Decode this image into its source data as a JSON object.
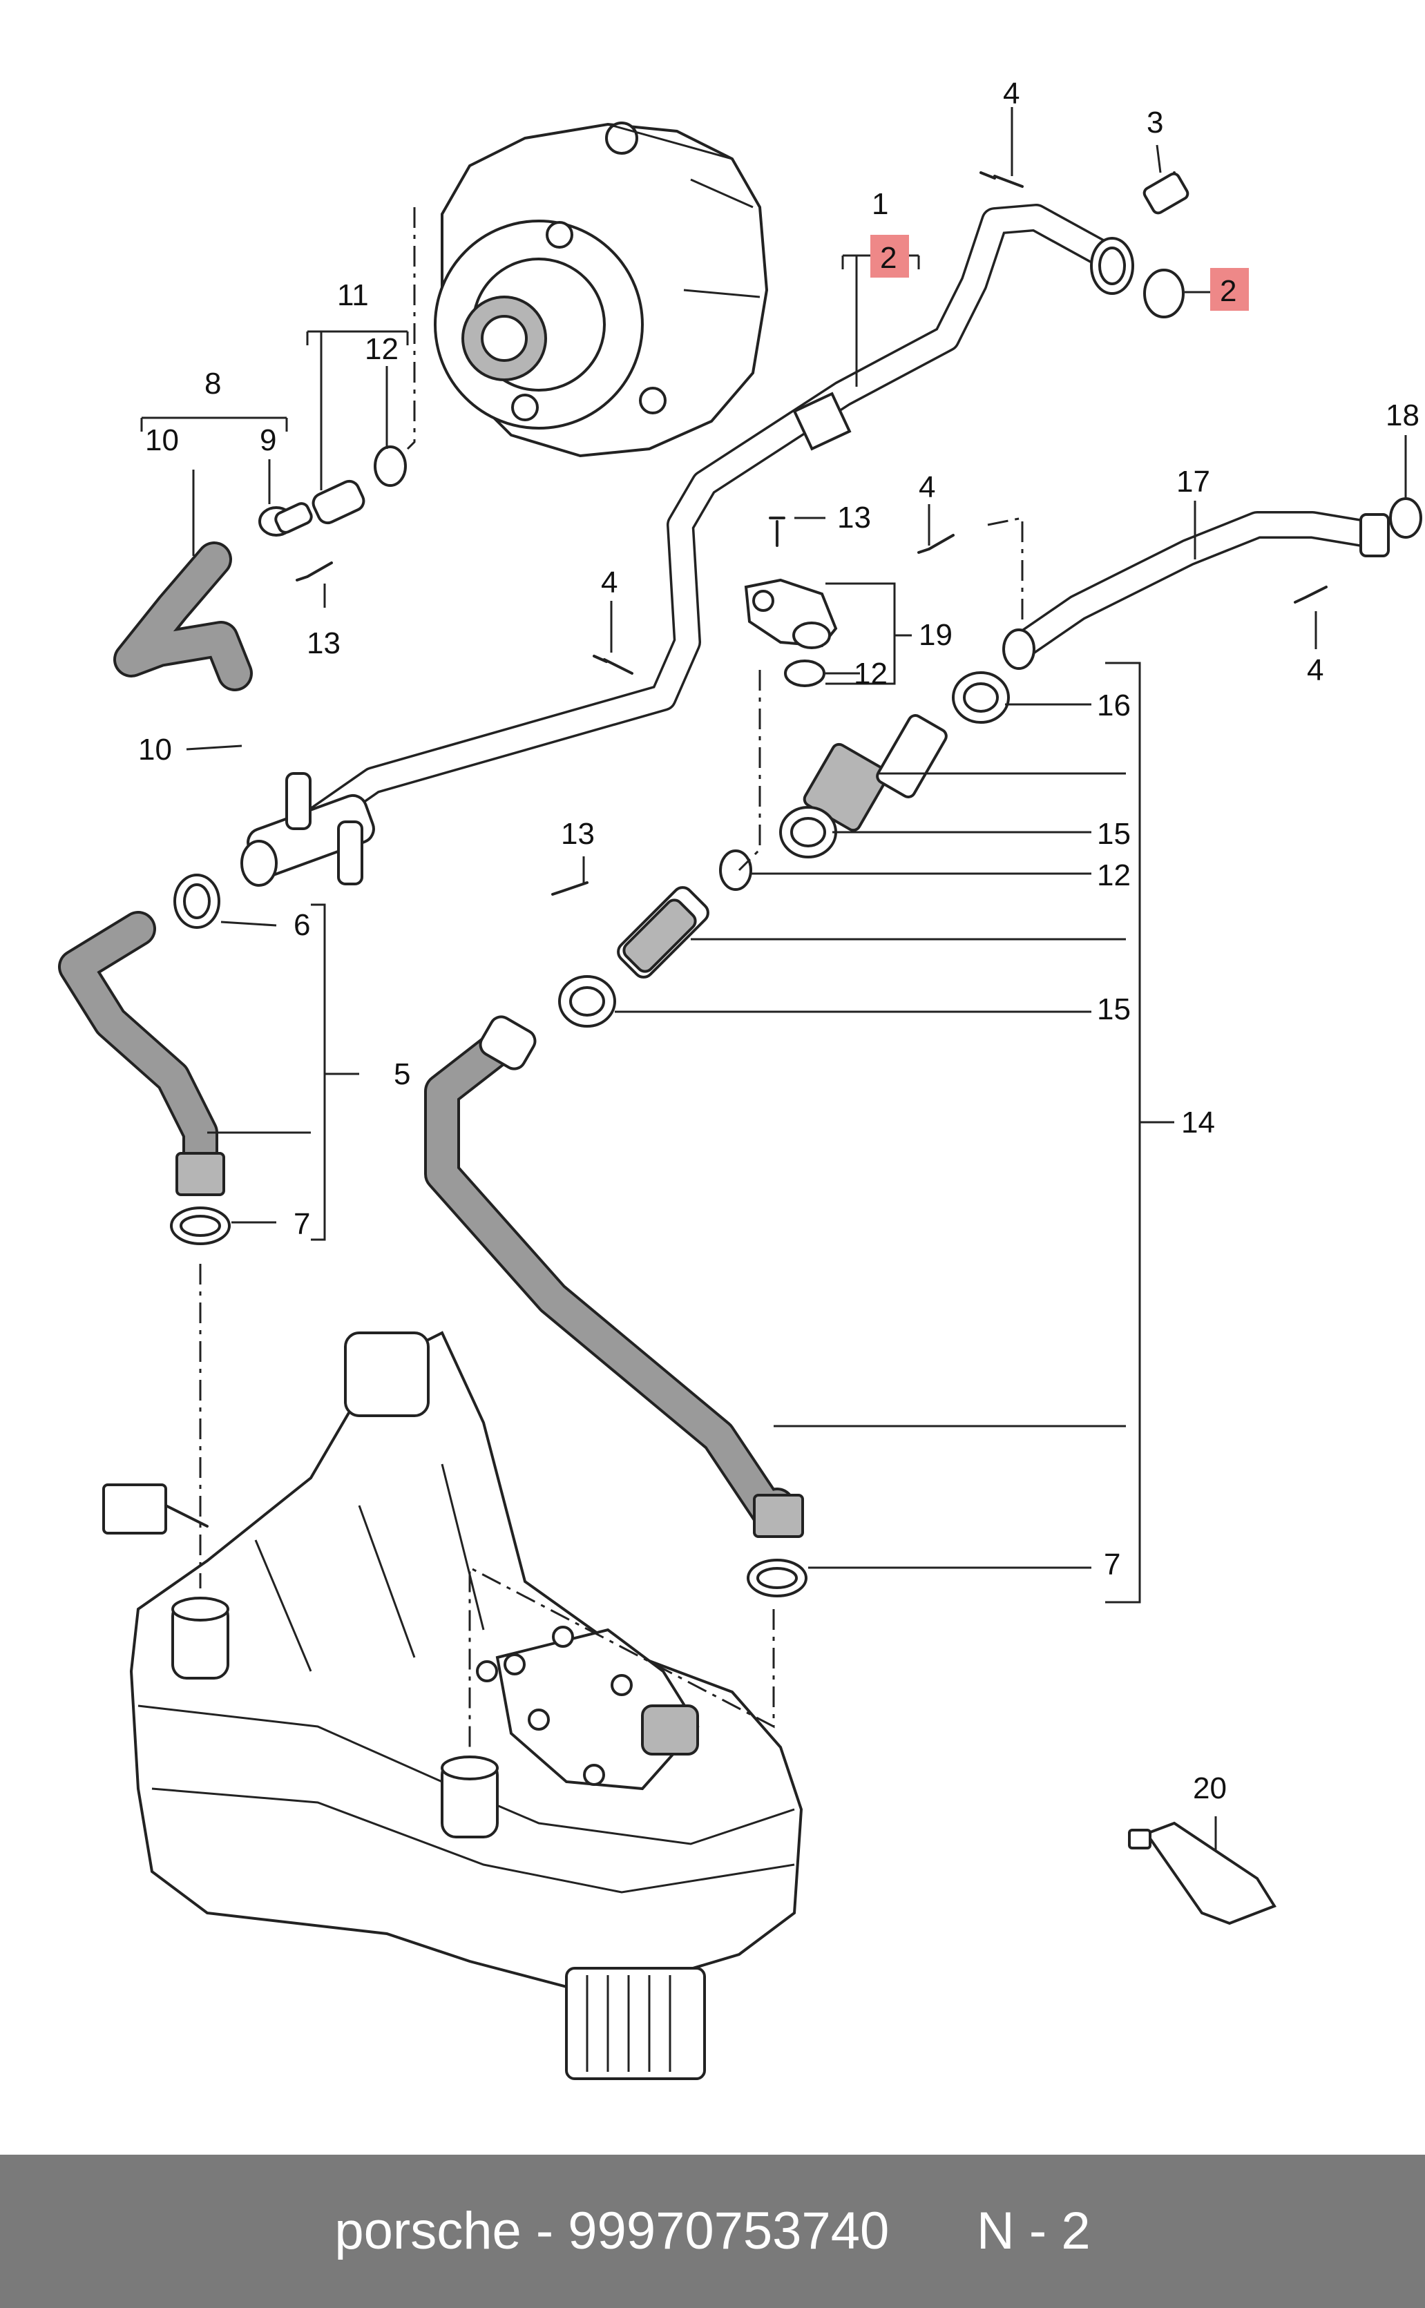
{
  "diagram": {
    "labels": [
      {
        "id": "l1",
        "text": "1"
      },
      {
        "id": "l2a",
        "text": "2"
      },
      {
        "id": "l2b",
        "text": "2"
      },
      {
        "id": "l3",
        "text": "3"
      },
      {
        "id": "l4a",
        "text": "4"
      },
      {
        "id": "l4b",
        "text": "4"
      },
      {
        "id": "l4c",
        "text": "4"
      },
      {
        "id": "l4d",
        "text": "4"
      },
      {
        "id": "l5",
        "text": "5"
      },
      {
        "id": "l6",
        "text": "6"
      },
      {
        "id": "l7a",
        "text": "7"
      },
      {
        "id": "l7b",
        "text": "7"
      },
      {
        "id": "l8",
        "text": "8"
      },
      {
        "id": "l9",
        "text": "9"
      },
      {
        "id": "l10a",
        "text": "10"
      },
      {
        "id": "l10b",
        "text": "10"
      },
      {
        "id": "l11",
        "text": "11"
      },
      {
        "id": "l12a",
        "text": "12"
      },
      {
        "id": "l12b",
        "text": "12"
      },
      {
        "id": "l12c",
        "text": "12"
      },
      {
        "id": "l13a",
        "text": "13"
      },
      {
        "id": "l13b",
        "text": "13"
      },
      {
        "id": "l13c",
        "text": "13"
      },
      {
        "id": "l14",
        "text": "14"
      },
      {
        "id": "l15a",
        "text": "15"
      },
      {
        "id": "l15b",
        "text": "15"
      },
      {
        "id": "l16",
        "text": "16"
      },
      {
        "id": "l17",
        "text": "17"
      },
      {
        "id": "l18",
        "text": "18"
      },
      {
        "id": "l19",
        "text": "19"
      },
      {
        "id": "l20",
        "text": "20"
      }
    ],
    "highlight_color": "#ee8888"
  },
  "footer": {
    "text": "porsche - 99970753740      N - 2",
    "background": "#7a7a7a"
  }
}
